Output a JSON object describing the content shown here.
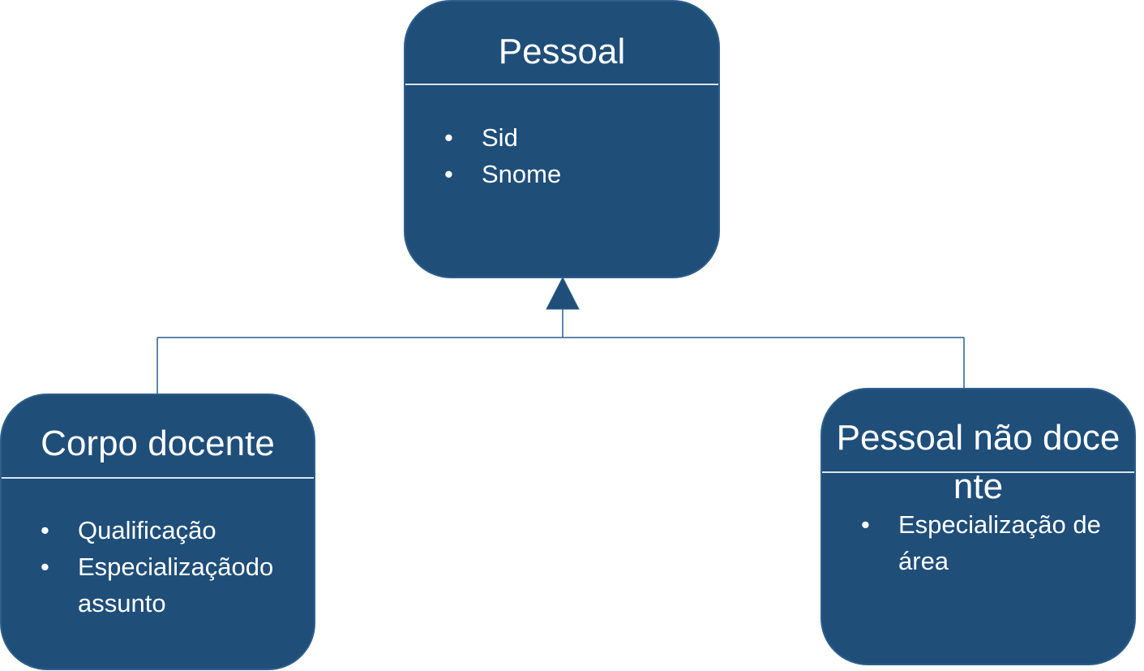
{
  "diagram": {
    "parent": {
      "title": "Pessoal",
      "attributes": [
        "Sid",
        "Snome"
      ]
    },
    "children": [
      {
        "title": "Corpo docente",
        "attributes": [
          "Qualificação",
          "Especializaçãodo assunto"
        ]
      },
      {
        "title": "Pessoal não docente",
        "attributes": [
          "Especialização de área"
        ]
      }
    ],
    "colors": {
      "box_fill": "#1f4e79",
      "box_border": "#2e5f8c",
      "connector": "#2e5f8c",
      "text": "#ffffff"
    }
  }
}
